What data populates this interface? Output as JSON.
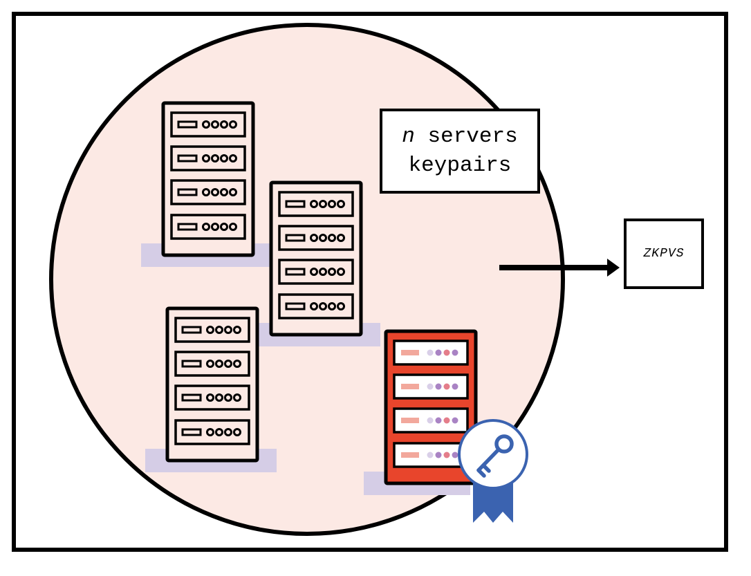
{
  "diagram": {
    "keypairs_label": {
      "variable": "n",
      "line1_rest": " servers",
      "line2": "keypairs"
    },
    "output_label": "ZKPVS",
    "colors": {
      "circle_fill": "#fce9e4",
      "shelf": "#d5cde6",
      "server_body": "#fce9e4",
      "highlight_server": "#e8452c",
      "badge": "#3b63b0"
    },
    "icons": [
      "server-rack-icon",
      "highlighted-server-rack-icon",
      "key-certificate-badge-icon",
      "arrow-right-icon"
    ]
  }
}
